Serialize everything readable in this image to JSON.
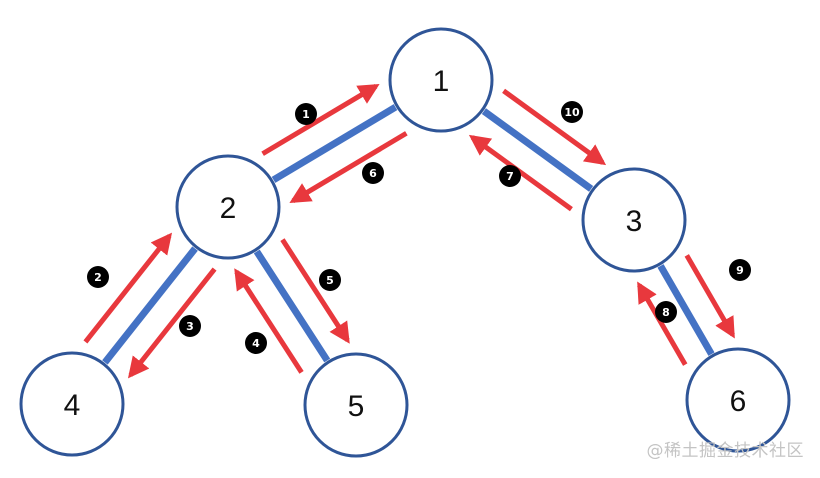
{
  "colors": {
    "node_stroke": "#2f5597",
    "edge": "#4472c4",
    "arrow": "#e8383d",
    "badge": "#000000"
  },
  "nodes": [
    {
      "id": "1",
      "label": "1"
    },
    {
      "id": "2",
      "label": "2"
    },
    {
      "id": "3",
      "label": "3"
    },
    {
      "id": "4",
      "label": "4"
    },
    {
      "id": "5",
      "label": "5"
    },
    {
      "id": "6",
      "label": "6"
    }
  ],
  "edges": [
    {
      "from": "1",
      "to": "2"
    },
    {
      "from": "1",
      "to": "3"
    },
    {
      "from": "2",
      "to": "4"
    },
    {
      "from": "2",
      "to": "5"
    },
    {
      "from": "3",
      "to": "6"
    }
  ],
  "traversal_steps": [
    {
      "label": "1",
      "from": "1",
      "to": "2"
    },
    {
      "label": "2",
      "from": "2",
      "to": "4"
    },
    {
      "label": "3",
      "from": "4",
      "to": "2"
    },
    {
      "label": "4",
      "from": "2",
      "to": "5"
    },
    {
      "label": "5",
      "from": "5",
      "to": "2"
    },
    {
      "label": "6",
      "from": "2",
      "to": "1"
    },
    {
      "label": "7",
      "from": "1",
      "to": "3"
    },
    {
      "label": "8",
      "from": "3",
      "to": "6"
    },
    {
      "label": "9",
      "from": "6",
      "to": "3"
    },
    {
      "label": "10",
      "from": "3",
      "to": "1"
    }
  ],
  "watermark": "@稀土掘金技术社区"
}
